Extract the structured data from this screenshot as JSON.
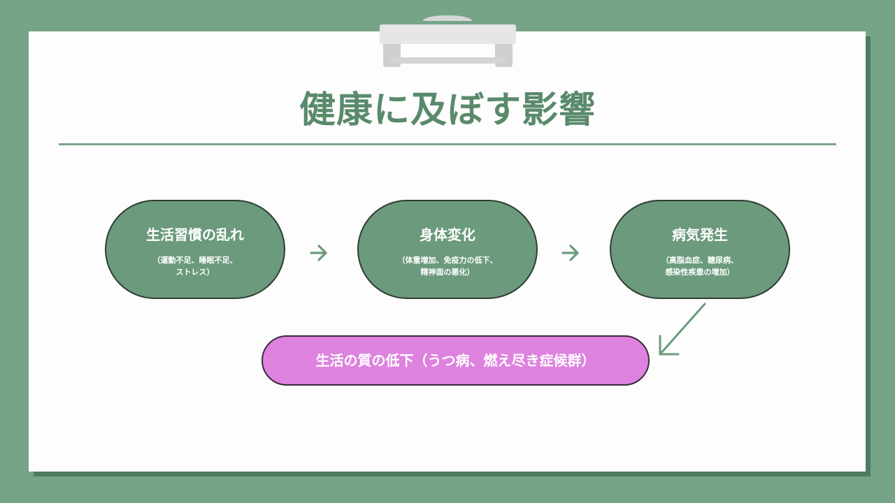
{
  "slide": {
    "title": "健康に及ぼす影響"
  },
  "flow": {
    "steps": [
      {
        "label": "生活習慣の乱れ",
        "detail": "（運動不足、睡眠不足、\nストレス）"
      },
      {
        "label": "身体変化",
        "detail": "（体重増加、免疫力の低下、\n精神面の悪化）"
      },
      {
        "label": "病気発生",
        "detail": "（高脂血症、糖尿病、\n感染性疾患の増加）"
      }
    ],
    "result": "生活の質の低下（うつ病、燃え尽き症候群）"
  },
  "colors": {
    "background": "#75a487",
    "board": "#fdfdfd",
    "step_fill": "#6b9a7c",
    "result_fill": "#de82df",
    "title": "#5a8a6c",
    "arrow": "#6b9a7c"
  }
}
